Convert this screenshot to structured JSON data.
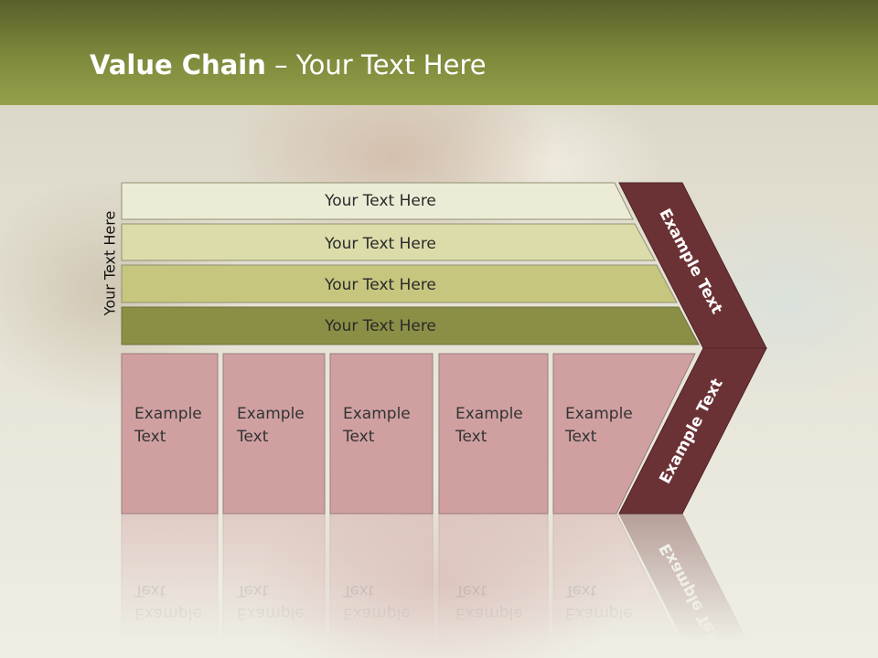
{
  "title": {
    "bold": "Value Chain",
    "rest": " – Your Text Here"
  },
  "side_label": "Your Text Here",
  "bands": [
    {
      "label": "Your Text Here",
      "color": "#ecebd6"
    },
    {
      "label": "Your Text Here",
      "color": "#dcdcaa"
    },
    {
      "label": "Your Text Here",
      "color": "#c6c67f"
    },
    {
      "label": "Your Text Here",
      "color": "#8a8f45"
    }
  ],
  "boxes": [
    {
      "line1": "Example",
      "line2": "Text"
    },
    {
      "line1": "Example",
      "line2": "Text"
    },
    {
      "line1": "Example",
      "line2": "Text"
    },
    {
      "line1": "Example",
      "line2": "Text"
    },
    {
      "line1": "Example",
      "line2": "Text"
    }
  ],
  "chevron": {
    "top_label": "Example Text",
    "bottom_label": "Example Text"
  },
  "colors": {
    "box": "#d0a0a1",
    "chevron": "#6b3236",
    "header": "#7f8a3c"
  }
}
